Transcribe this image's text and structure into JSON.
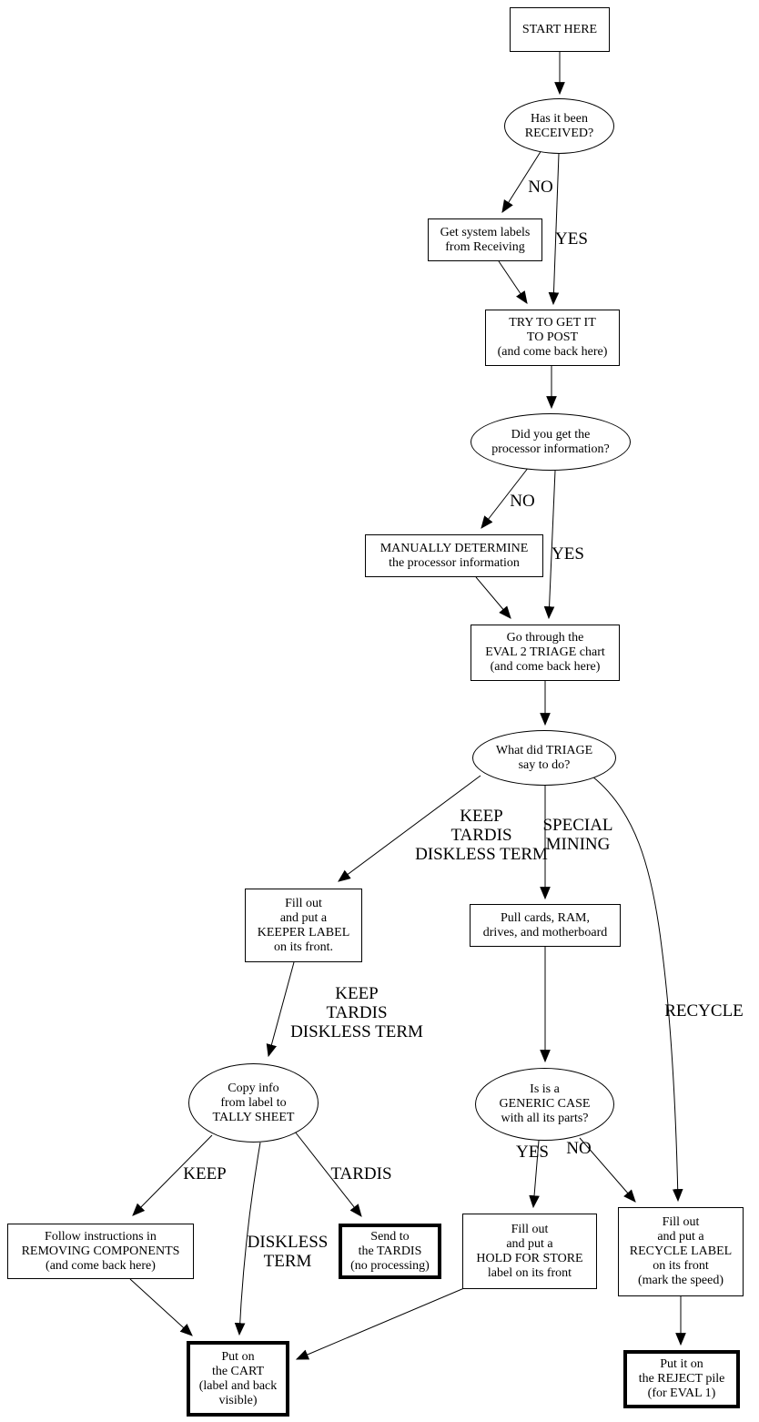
{
  "diagram": {
    "type": "flowchart",
    "colors": {
      "background": "#ffffff",
      "stroke": "#000000",
      "text": "#000000"
    },
    "nodes": {
      "start": {
        "shape": "box",
        "label": "START HERE"
      },
      "received": {
        "shape": "ellipse",
        "label": "Has it been\nRECEIVED?"
      },
      "get_labels": {
        "shape": "box",
        "label": "Get system labels\nfrom Receiving"
      },
      "try_post": {
        "shape": "box",
        "label": "TRY TO GET IT\nTO POST\n(and come back here)"
      },
      "got_processor": {
        "shape": "ellipse",
        "label": "Did you get the\nprocessor information?"
      },
      "manually_determine": {
        "shape": "box",
        "label": "MANUALLY DETERMINE\nthe processor information"
      },
      "triage_chart": {
        "shape": "box",
        "label": "Go through the\nEVAL 2 TRIAGE chart\n(and come back here)"
      },
      "what_triage": {
        "shape": "ellipse",
        "label": "What did TRIAGE\nsay to do?"
      },
      "keeper_label": {
        "shape": "box",
        "label": "Fill out\nand put a\nKEEPER LABEL\non its front."
      },
      "pull_cards": {
        "shape": "box",
        "label": "Pull cards, RAM,\ndrives, and motherboard"
      },
      "tally_sheet": {
        "shape": "ellipse",
        "label": "Copy info\nfrom label to\nTALLY SHEET"
      },
      "generic_case": {
        "shape": "ellipse",
        "label": "Is is a\nGENERIC CASE\nwith all its parts?"
      },
      "removing_components": {
        "shape": "box",
        "label": "Follow instructions in\nREMOVING COMPONENTS\n(and come back here)"
      },
      "send_tardis": {
        "shape": "box_bold",
        "label": "Send to\nthe TARDIS\n(no processing)"
      },
      "hold_store": {
        "shape": "box",
        "label": "Fill out\nand put a\nHOLD FOR STORE\nlabel on its front"
      },
      "recycle_label_node": {
        "shape": "box",
        "label": "Fill out\nand put a\nRECYCLE LABEL\non its front\n(mark the speed)"
      },
      "cart": {
        "shape": "box_bold",
        "label": "Put on\nthe CART\n(label and back\nvisible)"
      },
      "reject": {
        "shape": "box_bold",
        "label": "Put it on\nthe REJECT pile\n(for EVAL 1)"
      }
    },
    "edge_labels": {
      "no_received": "NO",
      "yes_received": "YES",
      "no_processor": "NO",
      "yes_processor": "YES",
      "keep_tardis_diskless_1": "KEEP\nTARDIS\nDISKLESS TERM",
      "special_mining": "SPECIAL\nMINING",
      "recycle": "RECYCLE",
      "keep_tardis_diskless_2": "KEEP\nTARDIS\nDISKLESS TERM",
      "keep": "KEEP",
      "tardis": "TARDIS",
      "diskless_term": "DISKLESS\nTERM",
      "yes_generic": "YES",
      "no_generic": "NO"
    }
  }
}
